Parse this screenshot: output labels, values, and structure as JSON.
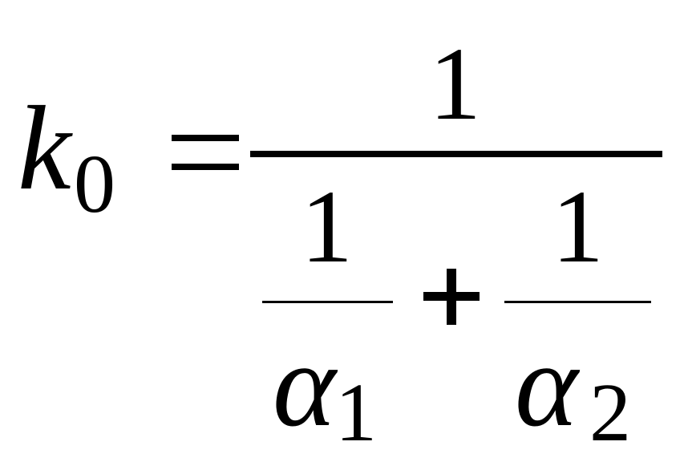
{
  "formula": {
    "lhs": {
      "symbol": "k",
      "subscript": "0"
    },
    "relation": "=",
    "numerator": "1",
    "denominator": {
      "left_term": {
        "numerator": "1",
        "symbol": "α",
        "subscript": "1"
      },
      "operator": "+",
      "right_term": {
        "numerator": "1",
        "symbol": "α",
        "subscript": "2"
      }
    }
  }
}
